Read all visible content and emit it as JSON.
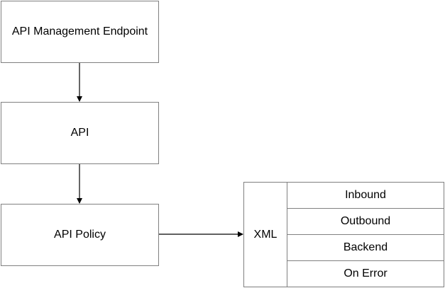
{
  "nodes": {
    "endpoint": "API Management Endpoint",
    "api": "API",
    "policy": "API Policy"
  },
  "xml": {
    "label": "XML",
    "sections": [
      "Inbound",
      "Outbound",
      "Backend",
      "On Error"
    ]
  }
}
